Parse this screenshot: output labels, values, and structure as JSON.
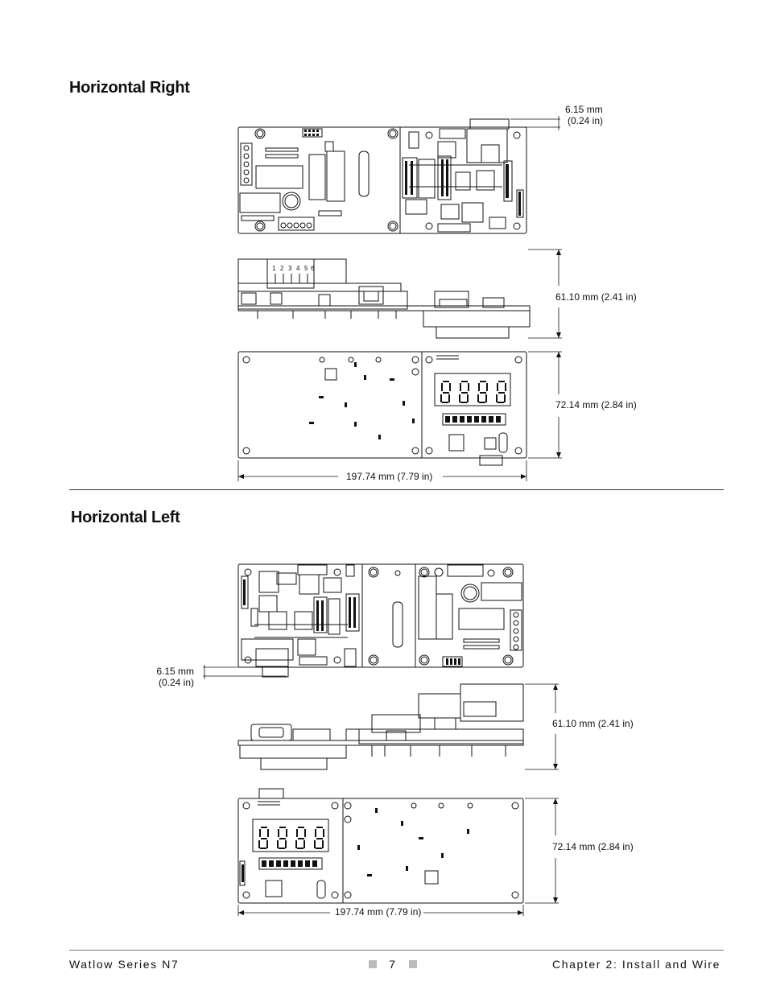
{
  "sections": {
    "right": {
      "title": "Horizontal Right",
      "dim_offset_mm": "6.15 mm",
      "dim_offset_in": "(0.24 in)",
      "dim_height": "61.10 mm (2.41 in)",
      "dim_depth": "72.14 mm (2.84 in)",
      "dim_width": "197.74 mm (7.79 in)"
    },
    "left": {
      "title": "Horizontal Left",
      "dim_offset_mm": "6.15 mm",
      "dim_offset_in": "(0.24 in)",
      "dim_height": "61.10 mm (2.41 in)",
      "dim_depth": "72.14 mm (2.84 in)",
      "dim_width": "197.74 mm (7.79 in)"
    }
  },
  "terminal_numbers": [
    "1",
    "2",
    "3",
    "4",
    "5",
    "6"
  ],
  "footer": {
    "left": "Watlow Series N7",
    "page": "7",
    "right": "Chapter 2: Install and Wire"
  }
}
